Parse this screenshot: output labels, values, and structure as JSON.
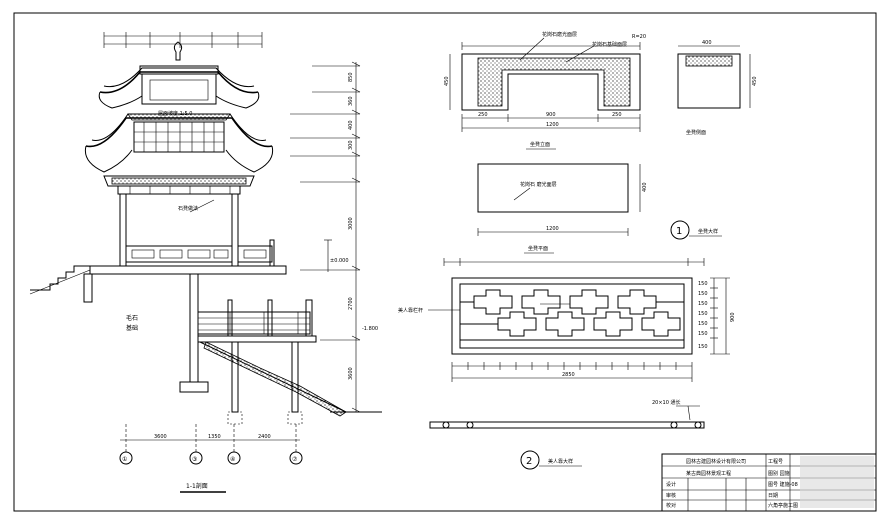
{
  "drawing": {
    "section": {
      "title": "1-1剖面",
      "labels": {
        "roof_note": "屋面坡度 1:5.0",
        "beam_note": "石凳做法",
        "material_a": "毛石",
        "material_b": "基础",
        "elev_a": "±0.000",
        "elev_b": "-1.800"
      },
      "axes": [
        "①",
        "③",
        "④",
        "⑦"
      ],
      "axis_dims": [
        "3600",
        "1350",
        "2400"
      ],
      "level_dims": [
        "850",
        "360",
        "400",
        "300",
        "3000",
        "2700",
        "3600"
      ]
    },
    "bench_elevation": {
      "title": "坐凳立面",
      "labels": [
        "花岗石磨光面层",
        "花岗石基础面层",
        "R=20"
      ],
      "dims": [
        "250",
        "900",
        "250",
        "1200",
        "450"
      ]
    },
    "bench_section": {
      "title": "坐凳侧面",
      "dims": [
        "400",
        "450"
      ]
    },
    "bench_plan": {
      "title": "坐凳平面",
      "label": "花岗石 磨光面层",
      "dims": [
        "1200",
        "400"
      ]
    },
    "detail_1": {
      "number": "1",
      "title": "坐凳大样"
    },
    "railing": {
      "label": "美人靠栏杆",
      "width_dim": "2850",
      "row_dims": [
        "150",
        "150",
        "150",
        "150",
        "150",
        "150",
        "150"
      ],
      "height_dim": "900",
      "base_note": "20×10 通长"
    },
    "detail_2": {
      "number": "2",
      "title": "美人靠大样"
    },
    "title_block": {
      "company": "园林古建园林设计有限公司",
      "project": "某古典园林景观工程",
      "fields": [
        "设计",
        "审核",
        "校对",
        "工程号",
        "图别 园施",
        "图号 建施-08",
        "日期"
      ],
      "drawing_name": "六角亭施工图"
    }
  }
}
